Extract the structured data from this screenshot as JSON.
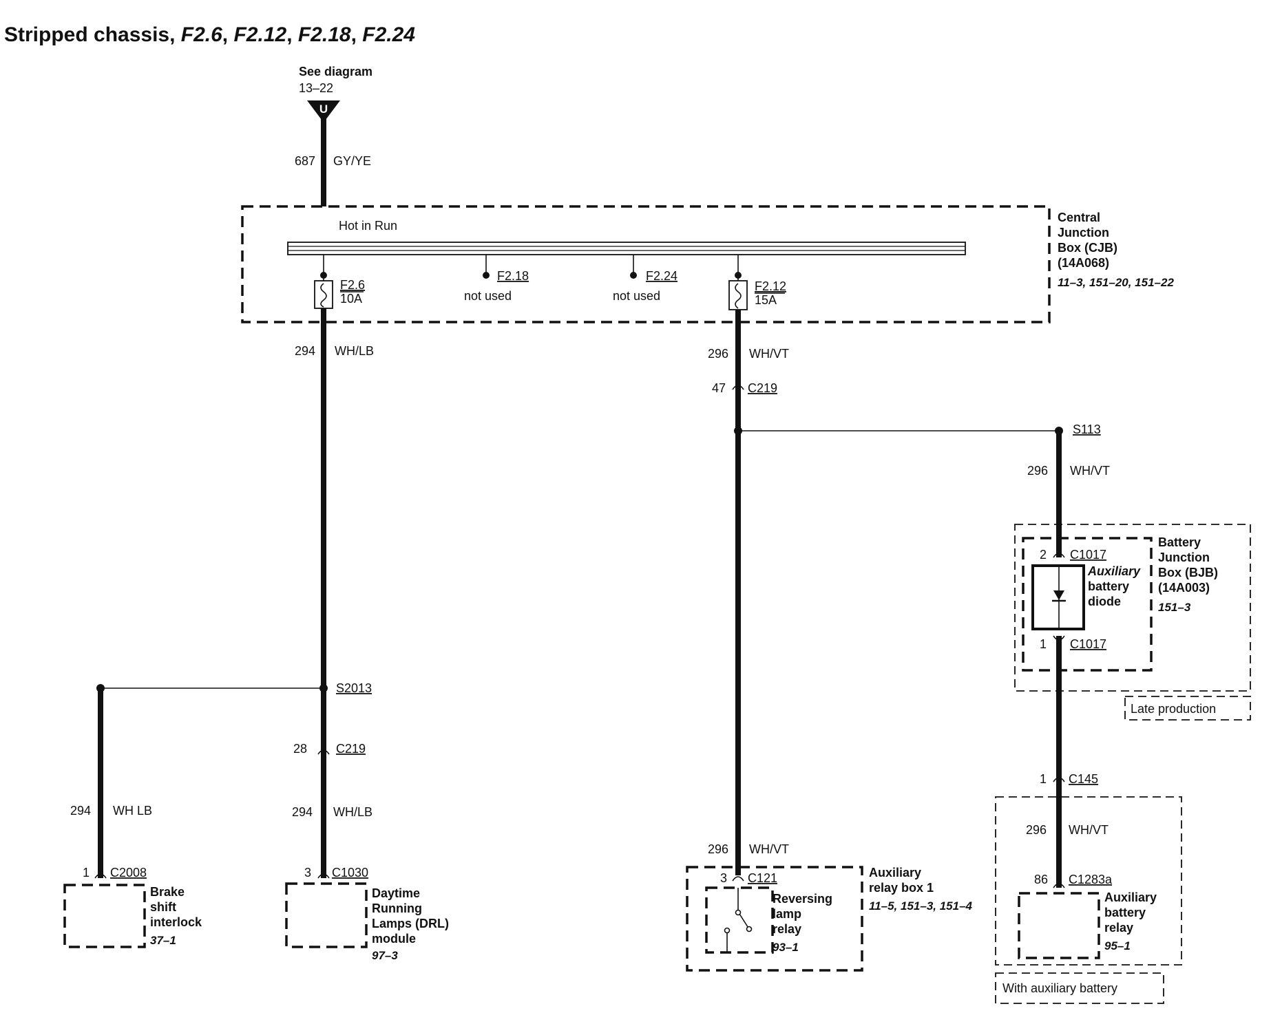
{
  "title": {
    "prefix": "Stripped chassis, ",
    "f1": "F2.6",
    "f2": "F2.12",
    "f3": "F2.18",
    "f4": "F2.24",
    "sep": ", "
  },
  "top_connector": {
    "see": "See diagram",
    "ref": "13–22",
    "letter": "U",
    "circuit": "687",
    "color": "GY/YE"
  },
  "cjb": {
    "bus_label": "Hot in Run",
    "name_lines": [
      "Central",
      "Junction",
      "Box (CJB)",
      "(14A068)"
    ],
    "refs": "11–3, 151–20, 151–22",
    "fuses": {
      "f26": {
        "name": "F2.6",
        "rating": "10A"
      },
      "f218": {
        "name": "F2.18",
        "note": "not used"
      },
      "f224": {
        "name": "F2.24",
        "note": "not used"
      },
      "f212": {
        "name": "F2.12",
        "rating": "15A"
      }
    }
  },
  "left_branch": {
    "circuit_top": "294",
    "color_top": "WH/LB",
    "splice": "S2013",
    "conn_c219_pin": "28",
    "conn_c219": "C219",
    "circuit_mid": "294",
    "color_mid": "WH/LB",
    "drl_pin": "3",
    "drl_conn": "C1030",
    "drl_lines": [
      "Daytime",
      "Running",
      "Lamps (DRL)",
      "module"
    ],
    "drl_ref": "97–3",
    "bsi_circuit": "294",
    "bsi_color": "WH LB",
    "bsi_pin": "1",
    "bsi_conn": "C2008",
    "bsi_lines": [
      "Brake",
      "shift",
      "interlock"
    ],
    "bsi_ref": "37–1"
  },
  "middle_branch": {
    "circuit_top": "296",
    "color_top": "WH/VT",
    "conn_pin": "47",
    "conn": "C219",
    "circuit_low": "296",
    "color_low": "WH/VT",
    "relay_pin": "3",
    "relay_conn": "C121",
    "relay_lines": [
      "Reversing",
      "lamp",
      "relay"
    ],
    "relay_ref": "93–1",
    "box_lines": [
      "Auxiliary",
      "relay box 1"
    ],
    "box_refs": "11–5, 151–3, 151–4"
  },
  "right_branch": {
    "splice": "S113",
    "circuit_top": "296",
    "color_top": "WH/VT",
    "diode_pin_top": "2",
    "diode_conn_top": "C1017",
    "diode_lines": [
      "Auxiliary",
      "battery",
      "diode"
    ],
    "diode_pin_bot": "1",
    "diode_conn_bot": "C1017",
    "bjb_lines": [
      "Battery",
      "Junction",
      "Box (BJB)",
      "(14A003)"
    ],
    "bjb_ref": "151–3",
    "late_note": "Late production",
    "c145_pin": "1",
    "c145": "C145",
    "circuit_low": "296",
    "color_low": "WH/VT",
    "relay_pin": "86",
    "relay_conn": "C1283a",
    "relay_lines": [
      "Auxiliary",
      "battery",
      "relay"
    ],
    "relay_ref": "95–1",
    "aux_note": "With auxiliary battery"
  }
}
